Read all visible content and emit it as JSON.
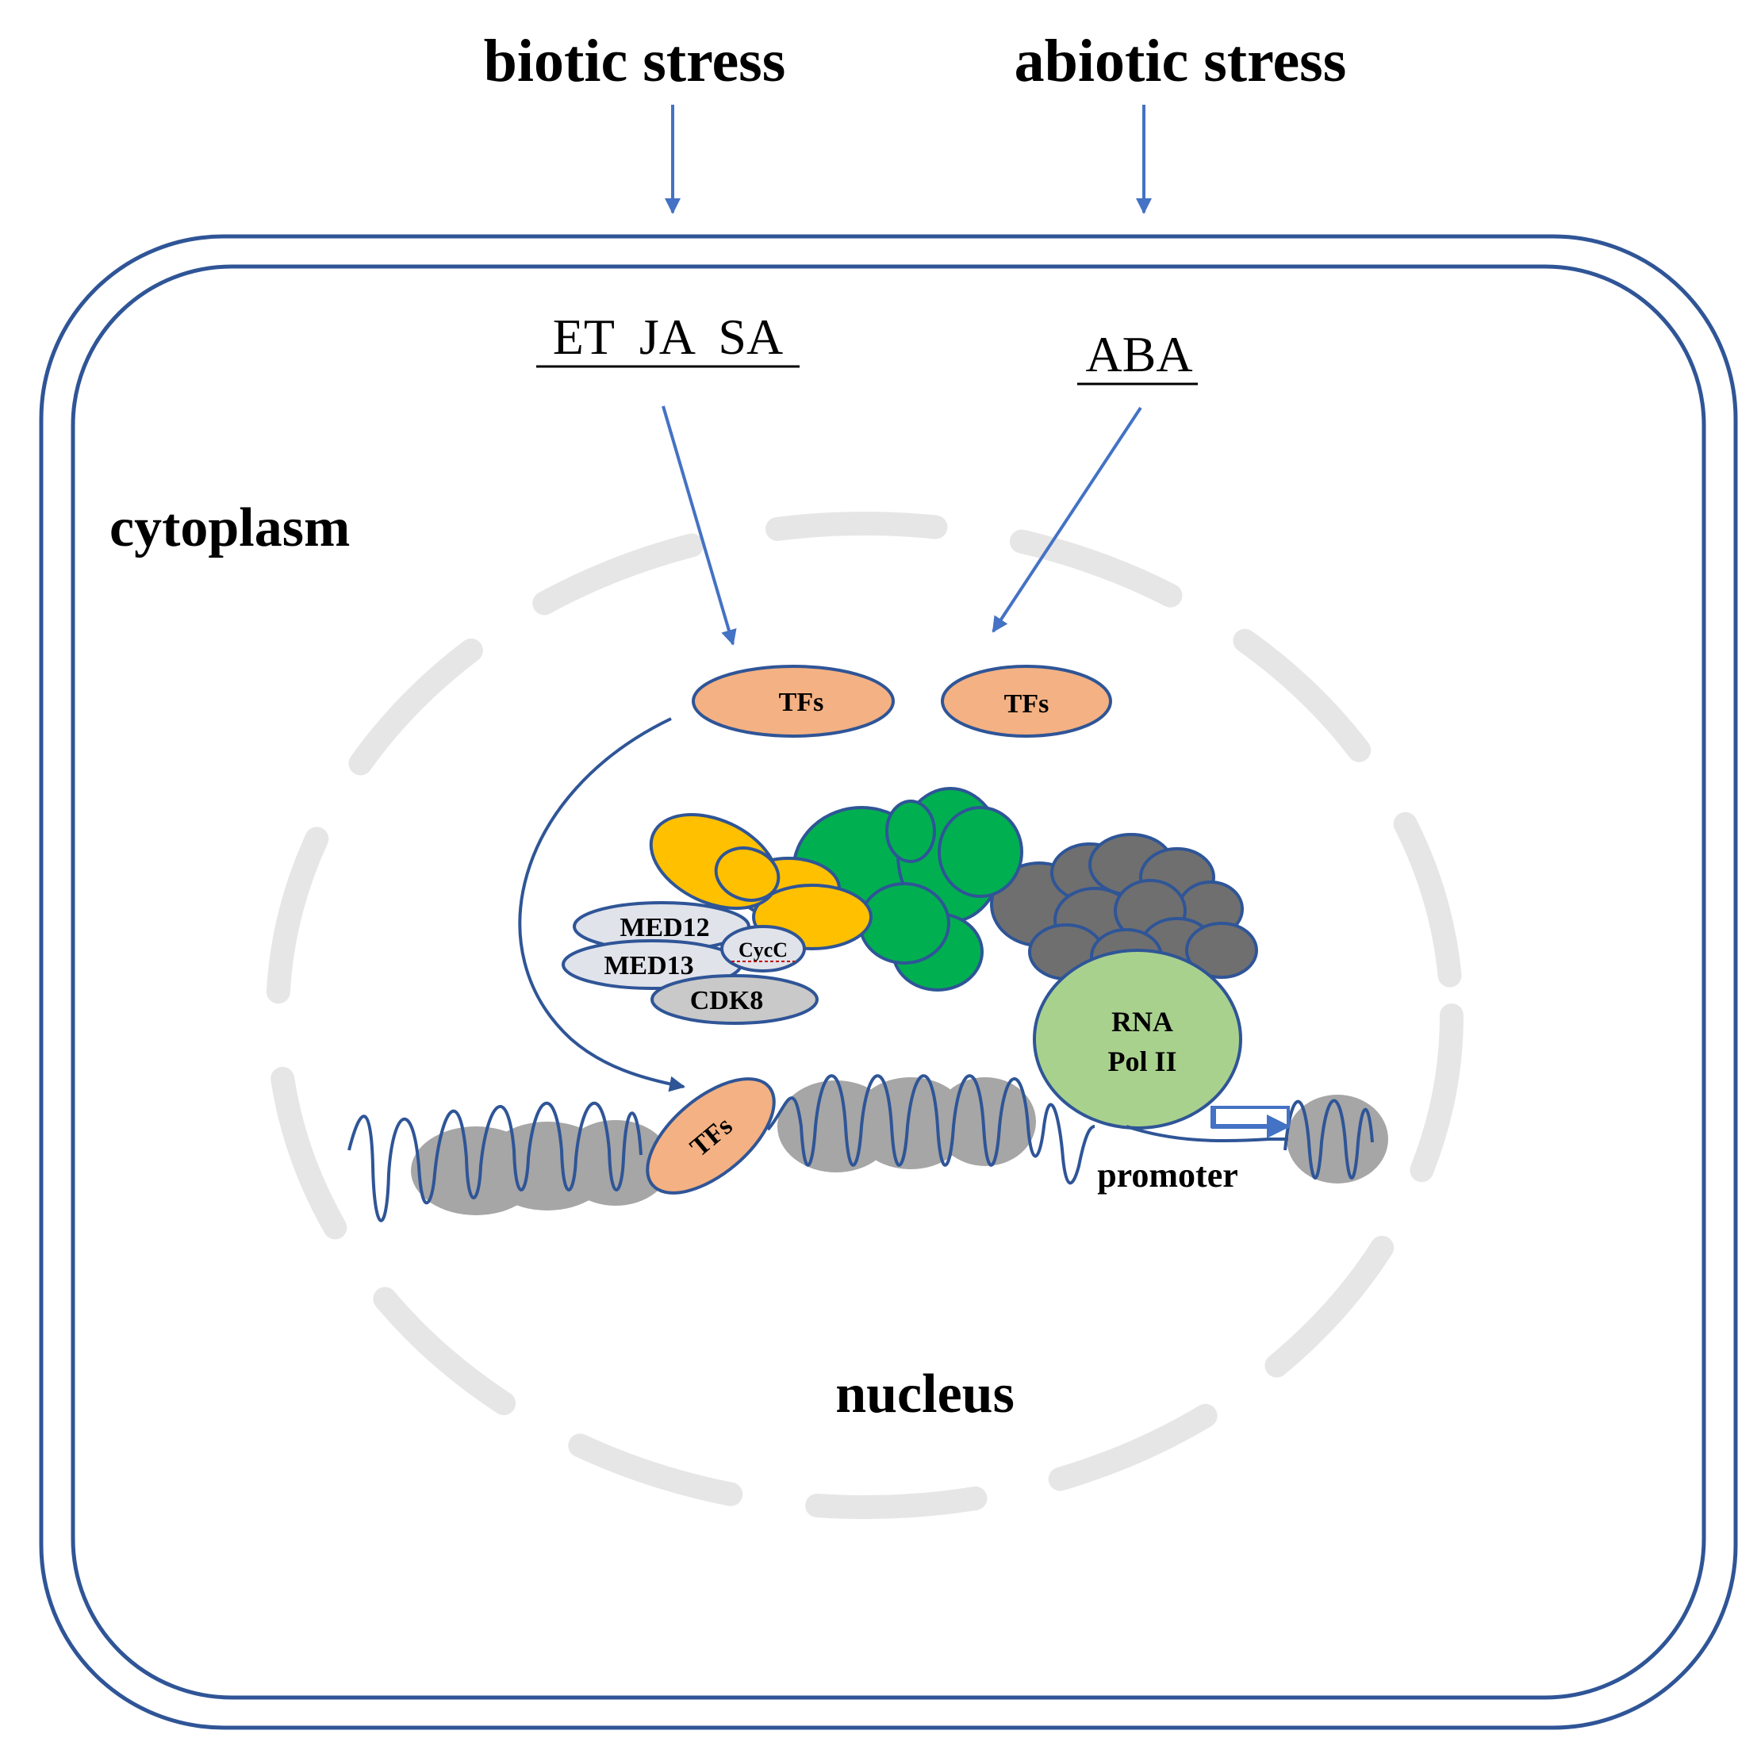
{
  "labels": {
    "biotic_stress": "biotic stress",
    "abiotic_stress": "abiotic stress",
    "hormones_biotic": "ET  JA  SA",
    "hormone_abiotic": "ABA",
    "cytoplasm": "cytoplasm",
    "nucleus": "nucleus",
    "promoter": "promoter"
  },
  "proteins": {
    "tf_left": "TFs",
    "tf_right": "TFs",
    "tf_dna": "TFs",
    "med12": "MED12",
    "med13": "MED13",
    "cycc": "CycC",
    "cdk8": "CDK8",
    "rna_pol_line1": "RNA",
    "rna_pol_line2": "Pol II"
  },
  "colors": {
    "arrow_blue": "#4472c4",
    "membrane_blue": "#2f5597",
    "nuclear_envelope_gray": "#e6e6e6",
    "tf_orange": "#f4b183",
    "mediator_head_yellow": "#ffc000",
    "mediator_middle_green": "#00b050",
    "mediator_tail_darkgray": "#6f6f6f",
    "kinase_module_lightgray": "#e0e3ea",
    "rna_pol_green": "#a9d18e",
    "nucleosome_gray": "#a6a6a6"
  }
}
